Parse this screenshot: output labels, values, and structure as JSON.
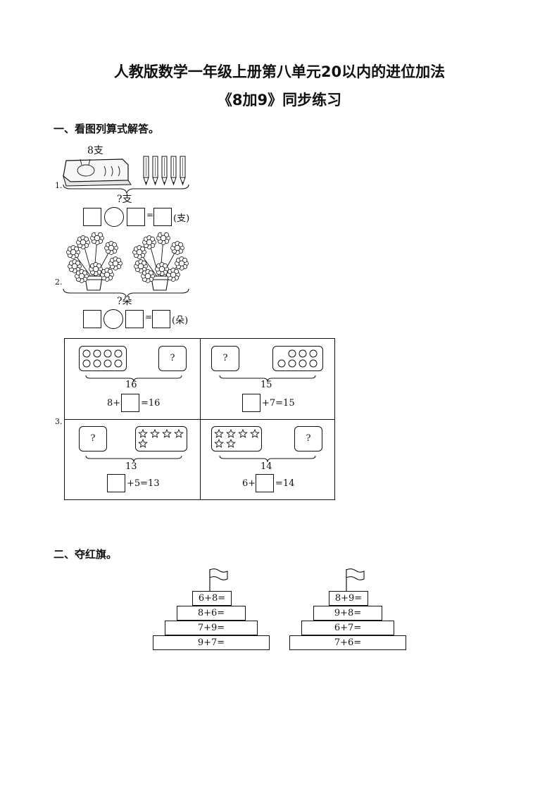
{
  "header": {
    "title_line1": "人教版数学一年级上册第八单元20以内的进位加法",
    "title_line2": "《8加9》同步练习"
  },
  "section1": {
    "heading": "一、看图列算式解答。",
    "q1": {
      "number": "1.",
      "top_label": "8支",
      "bottom_label": "?支",
      "unit": "(支)",
      "equals": "=",
      "pencil_count": 5
    },
    "q2": {
      "number": "2.",
      "bottom_label": "?朵",
      "unit": "(朵)",
      "equals": "="
    },
    "q3": {
      "number": "3.",
      "cells": [
        {
          "total": "16",
          "question_mark": "?",
          "eq_left": "8+",
          "eq_right": "=16",
          "dot_count": 8
        },
        {
          "total": "15",
          "question_mark": "?",
          "eq_left": "",
          "eq_right": "+7=15",
          "dot_count": 7
        },
        {
          "total": "13",
          "question_mark": "?",
          "eq_left": "",
          "eq_right": "+5=13",
          "star_count": 5
        },
        {
          "total": "14",
          "question_mark": "?",
          "eq_left": "6+",
          "eq_right": "=14",
          "star_count": 6
        }
      ]
    }
  },
  "section2": {
    "heading": "二、夺红旗。",
    "towers": [
      {
        "tiers": [
          "6+8=",
          "8+6=",
          "7+9=",
          "9+7="
        ]
      },
      {
        "tiers": [
          "8+9=",
          "9+8=",
          "6+7=",
          "7+6="
        ]
      }
    ]
  }
}
